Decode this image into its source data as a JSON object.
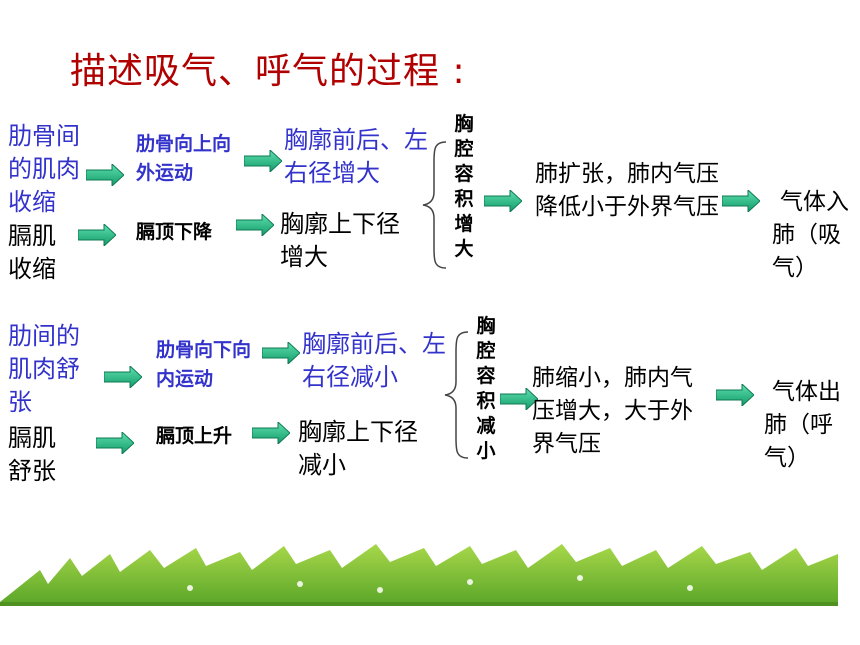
{
  "title": "描述吸气、呼气的过程 :",
  "inhale": {
    "rib_muscle": "肋骨间的肌肉收缩",
    "diaphragm_muscle": "膈肌收缩",
    "rib_move": "肋骨向上向外运动",
    "diaphragm_move": "膈顶下降",
    "chest_front": "胸廓前后、左右径增大",
    "chest_vertical": "胸廓上下径增大",
    "cavity": "胸腔容积增大",
    "lung": "肺扩张，肺内气压降低小于外界气压",
    "result": "气体入肺（吸气）"
  },
  "exhale": {
    "rib_muscle": "肋间的肌肉舒张",
    "diaphragm_muscle": "膈肌舒张",
    "rib_move": "肋骨向下向内运动",
    "diaphragm_move": "膈顶上升",
    "chest_front": "胸廓前后、左右径减小",
    "chest_vertical": "胸廓上下径减小",
    "cavity": "胸腔容积减小",
    "lung": "肺缩小，肺内气压增大，大于外界气压",
    "result": "气体出肺（呼气）"
  },
  "colors": {
    "title": "#b00000",
    "blue": "#3333cc",
    "arrow": "#22aa77"
  }
}
